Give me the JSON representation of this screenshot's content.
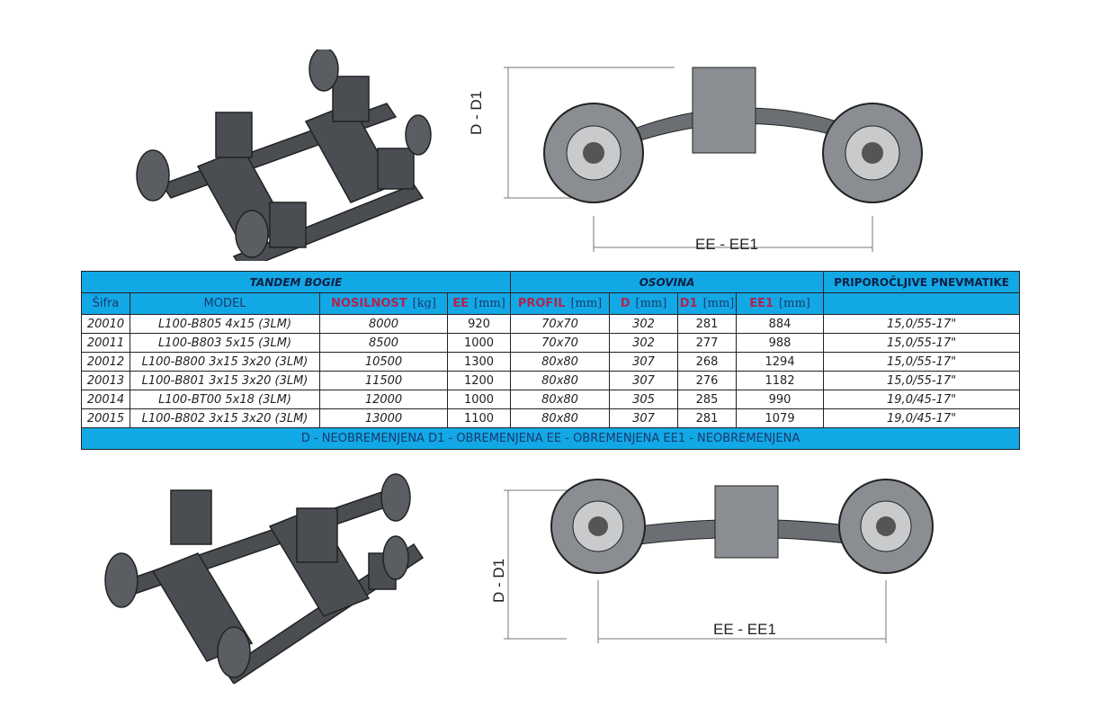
{
  "diagram_labels": {
    "top_height": "D - D1",
    "top_width": "EE - EE1",
    "bottom_height": "D - D1",
    "bottom_width": "EE - EE1"
  },
  "table": {
    "group_headers": {
      "bogie": "TANDEM BOGIE",
      "axle": "OSOVINA",
      "tyres": "PRIPOROČLJIVE PNEVMATIKE"
    },
    "columns": [
      {
        "name": "Šifra",
        "unit": ""
      },
      {
        "name": "MODEL",
        "unit": ""
      },
      {
        "name": "NOSILNOST",
        "unit": "[kg]"
      },
      {
        "name": "EE",
        "unit": "[mm]"
      },
      {
        "name": "PROFIL",
        "unit": "[mm]"
      },
      {
        "name": "D",
        "unit": "[mm]"
      },
      {
        "name": "D1",
        "unit": "[mm]"
      },
      {
        "name": "EE1",
        "unit": "[mm]"
      }
    ],
    "rows": [
      [
        "20010",
        "L100-B805  4x15 (3LM)",
        "8000",
        "920",
        "70x70",
        "302",
        "281",
        "884",
        "15,0/55-17\""
      ],
      [
        "20011",
        "L100-B803  5x15 (3LM)",
        "8500",
        "1000",
        "70x70",
        "302",
        "277",
        "988",
        "15,0/55-17\""
      ],
      [
        "20012",
        "L100-B800  3x15 3x20 (3LM)",
        "10500",
        "1300",
        "80x80",
        "307",
        "268",
        "1294",
        "15,0/55-17\""
      ],
      [
        "20013",
        "L100-B801  3x15 3x20 (3LM)",
        "11500",
        "1200",
        "80x80",
        "307",
        "276",
        "1182",
        "15,0/55-17\""
      ],
      [
        "20014",
        "L100-BT00  5x18 (3LM)",
        "12000",
        "1000",
        "80x80",
        "305",
        "285",
        "990",
        "19,0/45-17\""
      ],
      [
        "20015",
        "L100-B802  3x15 3x20 (3LM)",
        "13000",
        "1100",
        "80x80",
        "307",
        "281",
        "1079",
        "19,0/45-17\""
      ]
    ],
    "footer": "D - NEOBREMENJENA   D1 - OBREMENJENA   EE - OBREMENJENA   EE1 - NEOBREMENJENA"
  },
  "colors": {
    "header": "#12a8e6",
    "highlight": "#b3234e"
  }
}
